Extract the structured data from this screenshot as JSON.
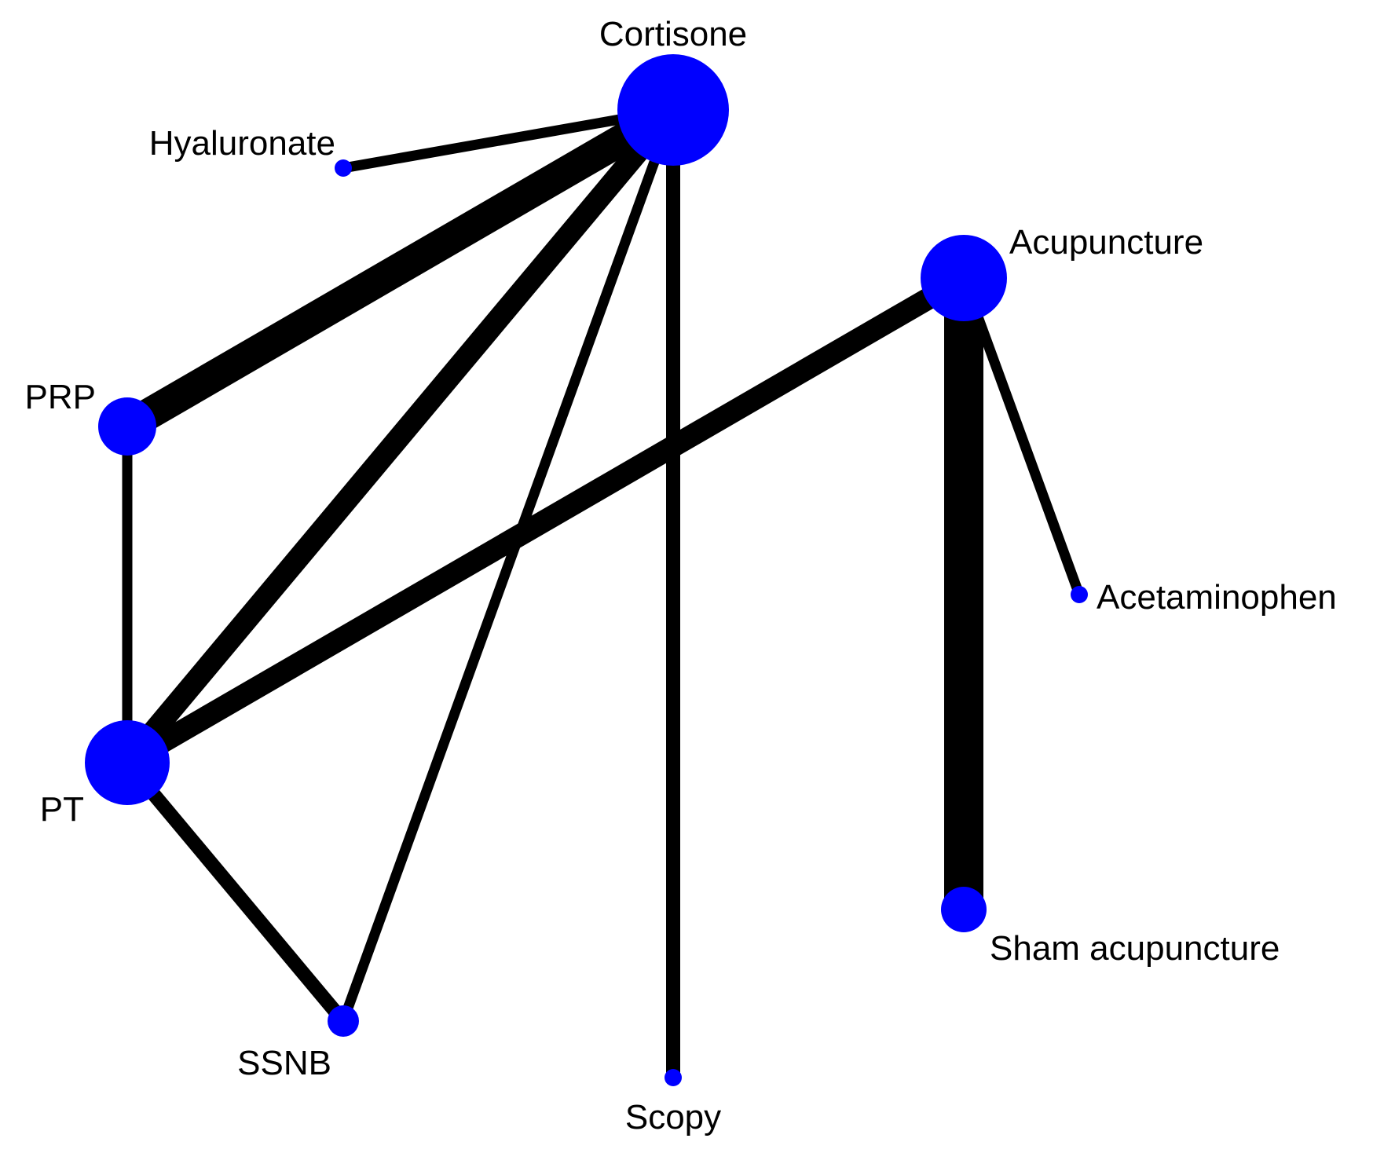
{
  "diagram": {
    "type": "network-graph",
    "colors": {
      "node": "#0000ff",
      "edge": "#000000",
      "label": "#000000",
      "background": "#ffffff"
    },
    "nodes": [
      {
        "id": "cortisone",
        "label": "Cortisone"
      },
      {
        "id": "hyaluronate",
        "label": "Hyaluronate"
      },
      {
        "id": "acupuncture",
        "label": "Acupuncture"
      },
      {
        "id": "prp",
        "label": "PRP"
      },
      {
        "id": "acetaminophen",
        "label": "Acetaminophen"
      },
      {
        "id": "pt",
        "label": "PT"
      },
      {
        "id": "sham",
        "label": "Sham acupuncture"
      },
      {
        "id": "ssnb",
        "label": "SSNB"
      },
      {
        "id": "scopy",
        "label": "Scopy"
      }
    ],
    "edges": [
      {
        "from": "cortisone",
        "to": "hyaluronate"
      },
      {
        "from": "cortisone",
        "to": "prp"
      },
      {
        "from": "cortisone",
        "to": "pt"
      },
      {
        "from": "cortisone",
        "to": "ssnb"
      },
      {
        "from": "cortisone",
        "to": "scopy"
      },
      {
        "from": "acupuncture",
        "to": "pt"
      },
      {
        "from": "acupuncture",
        "to": "sham"
      },
      {
        "from": "acupuncture",
        "to": "acetaminophen"
      },
      {
        "from": "prp",
        "to": "pt"
      },
      {
        "from": "pt",
        "to": "ssnb"
      }
    ]
  }
}
